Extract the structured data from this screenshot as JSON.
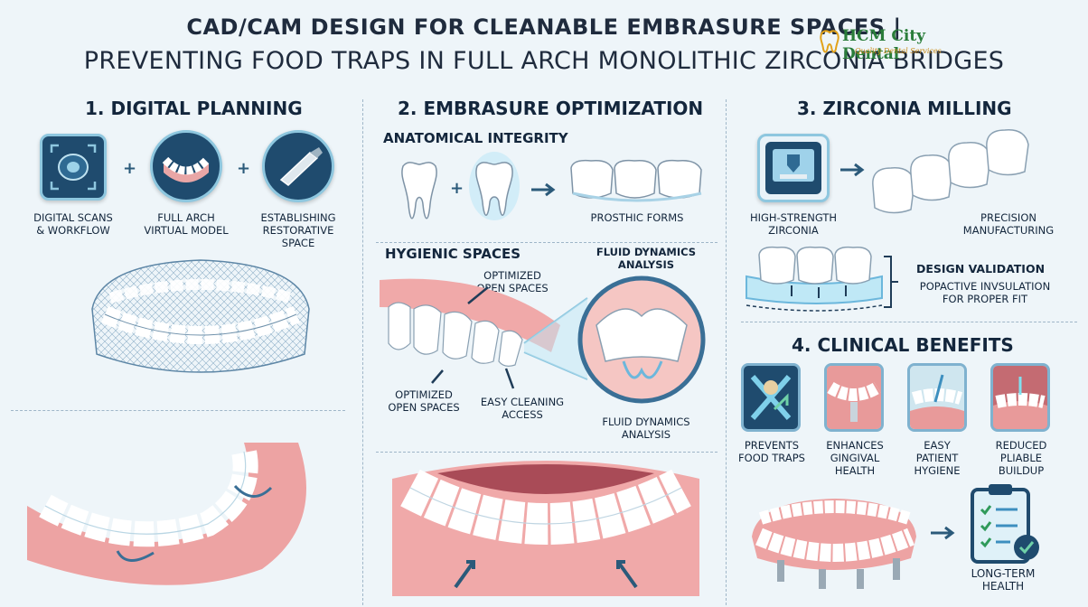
{
  "header": {
    "title_line1": "CAD/CAM DESIGN FOR CLEANABLE EMBRASURE SPACES |",
    "title_line2": "PREVENTING FOOD TRAPS IN FULL ARCH MONOLITHIC ZIRCONIA BRIDGES",
    "logo_name": "HCM City Dental",
    "logo_tagline": "Quality Dental Services"
  },
  "section1": {
    "heading": "1. DIGITAL PLANNING",
    "items": [
      {
        "label": "DIGITAL SCANS\n& WORKFLOW",
        "icon": "ct-scan-icon"
      },
      {
        "label": "FULL ARCH\nVIRTUAL MODEL",
        "icon": "denture-icon"
      },
      {
        "label": "ESTABLISHING\nRESTORATIVE\nSPACE",
        "icon": "intraoral-scanner-icon"
      }
    ]
  },
  "section2": {
    "heading": "2. EMBRASURE OPTIMIZATION",
    "sub1": "ANATOMICAL INTEGRITY",
    "prosthic": "PROSTHIC FORMS",
    "sub2": "HYGIENIC SPACES",
    "fluid_top": "FLUID DYNAMICS\nANALYSIS",
    "opt_top": "OPTIMIZED\nOPEN SPACES",
    "opt_bottom": "OPTIMIZED\nOPEN SPACES",
    "easy_cleaning": "EASY CLEANING\nACCESS",
    "fluid_bottom": "FLUID DYNAMICS\nANALYSIS"
  },
  "section3": {
    "heading": "3. ZIRCONIA MILLING",
    "hs_zirconia": "HIGH-STRENGTH\nZIRCONIA",
    "precision": "PRECISION\nMANUFACTURING",
    "design_validation": "DESIGN VALIDATION",
    "popactive": "POPACTIVE INVSULATION\nFOR PROPER FIT"
  },
  "section4": {
    "heading": "4. CLINICAL BENEFITS",
    "benefits": [
      {
        "label": "PREVENTS\nFOOD TRAPS"
      },
      {
        "label": "ENHANCES\nGINGIVAL\nHEALTH"
      },
      {
        "label": "EASY\nPATIENT\nHYGIENE"
      },
      {
        "label": "REDUCED\nPLIABLE\nBUILDUP"
      }
    ],
    "long_term": "LONG-TERM\nHEALTH"
  },
  "colors": {
    "background": "#eef5f9",
    "navy": "#1f4b6e",
    "accent_blue": "#3d8fbf",
    "gum": "#e89a9a",
    "tooth": "#ffffff",
    "logo_green": "#2a7d3a"
  }
}
